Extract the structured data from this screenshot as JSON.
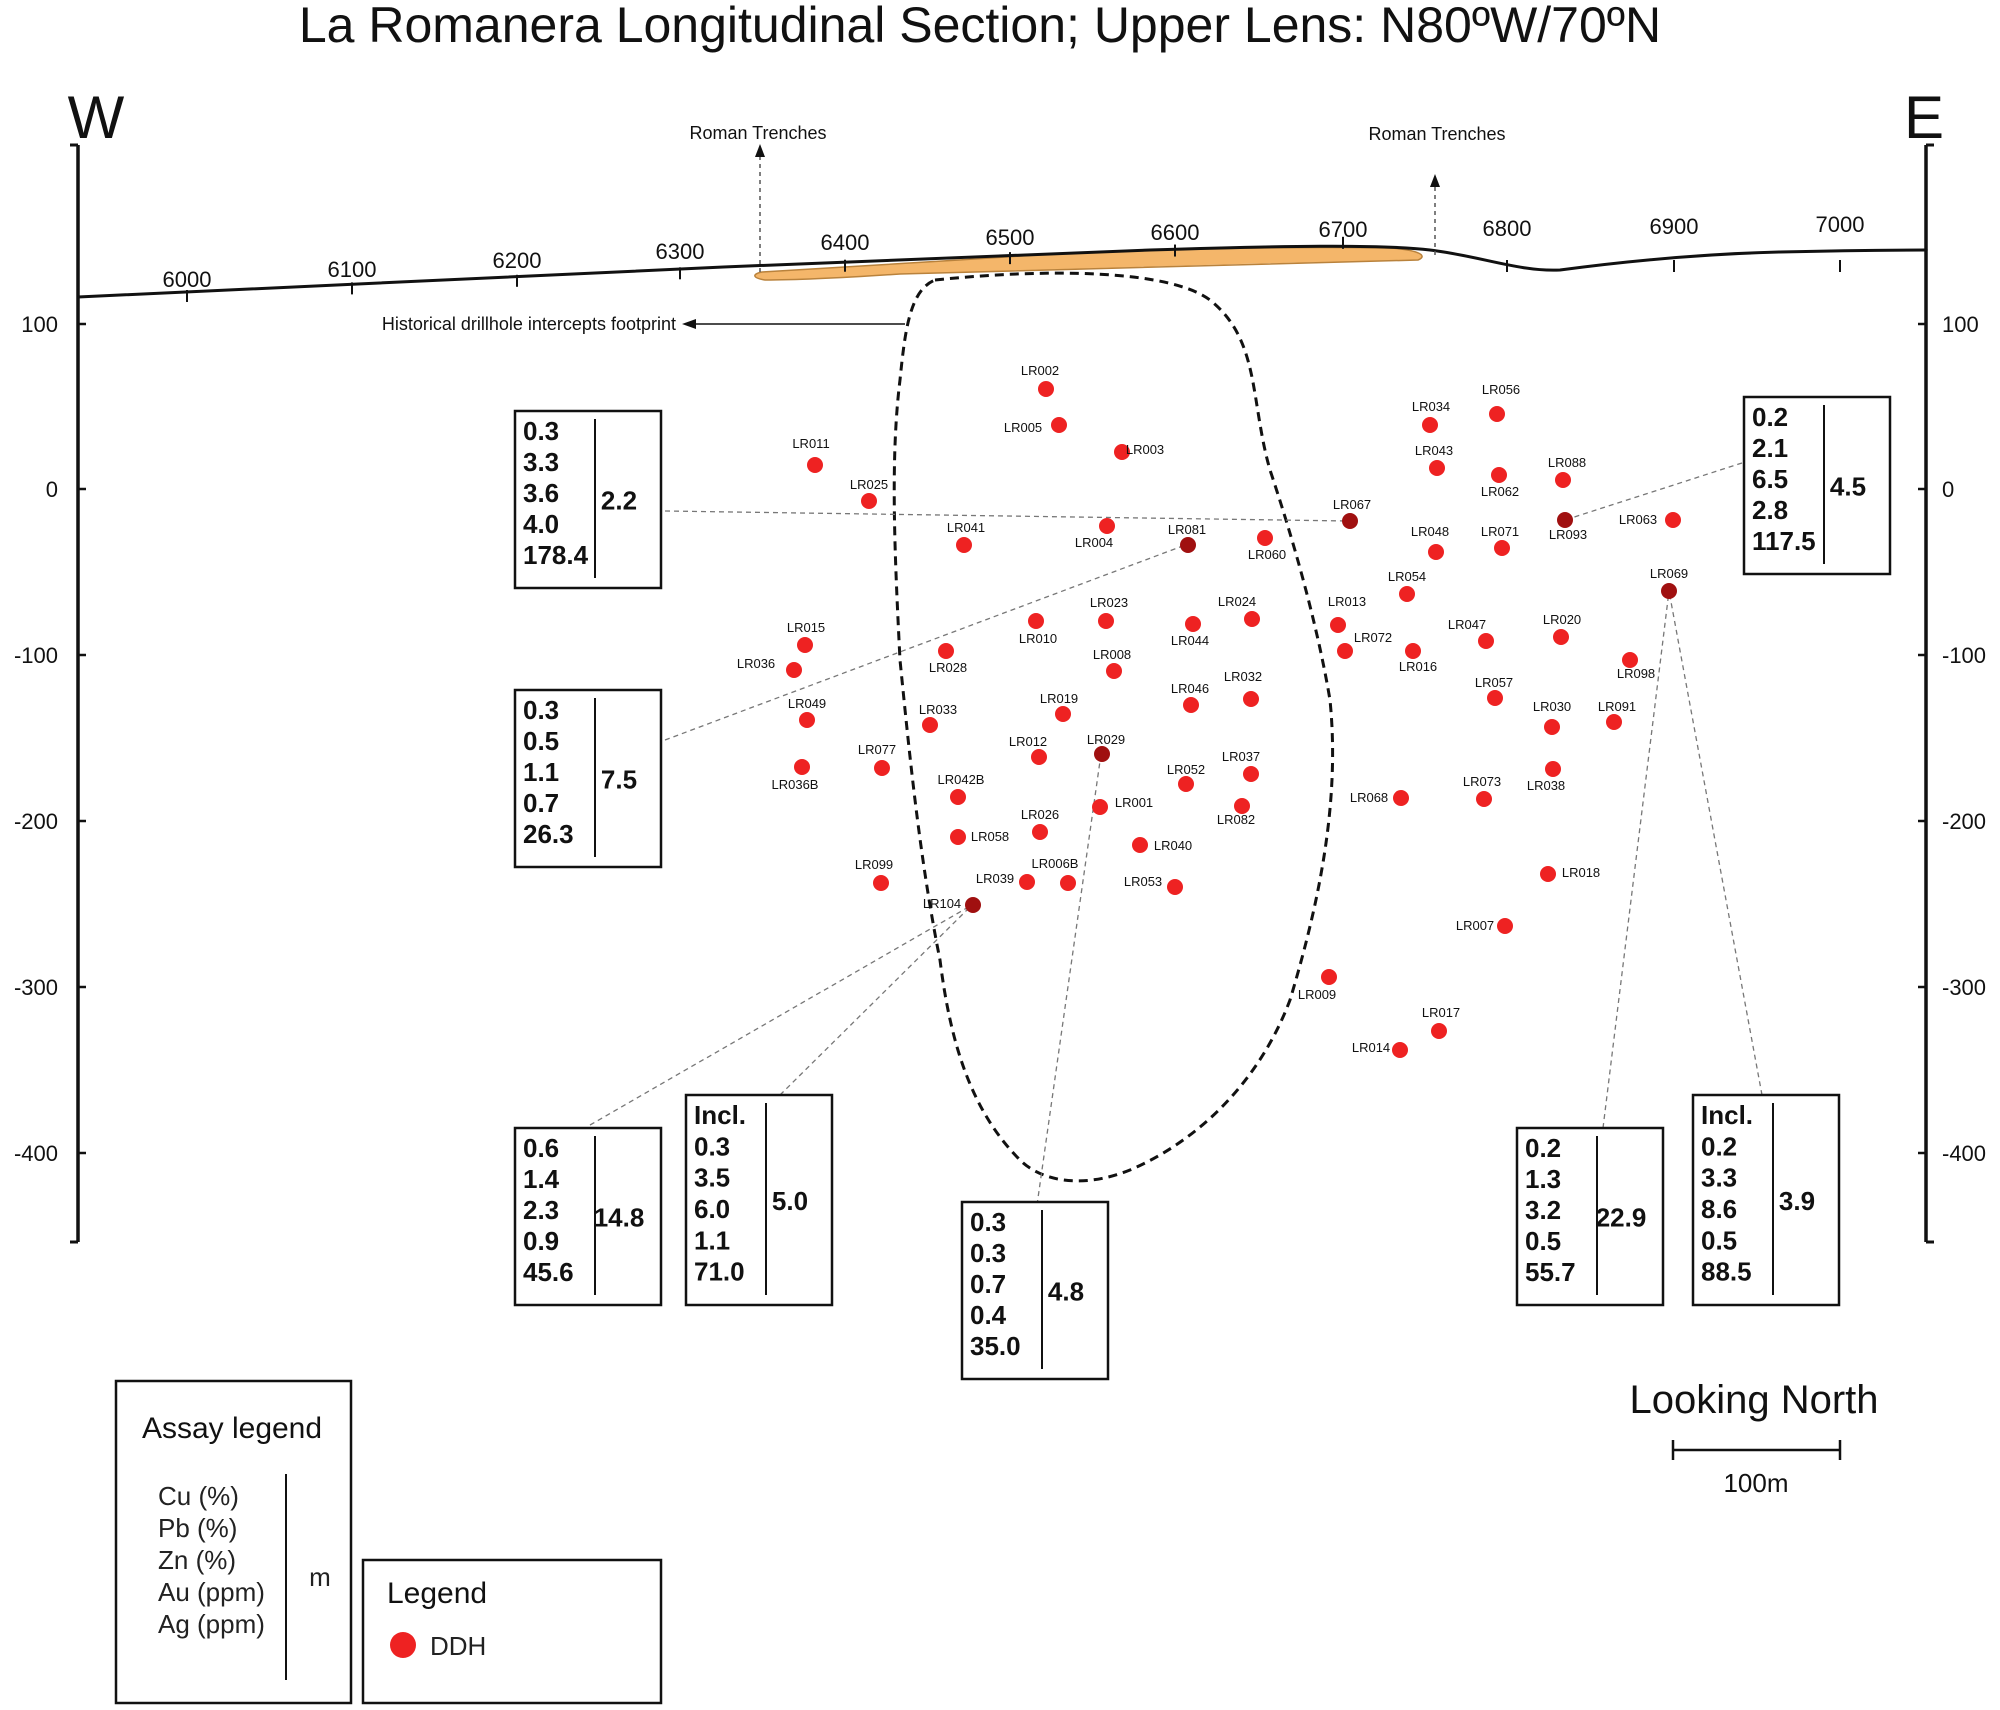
{
  "title": "La Romanera Longitudinal Section; Upper Lens: N80ºW/70ºN",
  "compass": {
    "west": "W",
    "east": "E"
  },
  "elevation_ticks": [
    "100",
    "0",
    "-100",
    "-200",
    "-300",
    "-400"
  ],
  "easting_ticks": [
    "6000",
    "6100",
    "6200",
    "6300",
    "6400",
    "6500",
    "6600",
    "6700",
    "6800",
    "6900",
    "7000"
  ],
  "annotations": {
    "roman_trenches_left": "Roman Trenches",
    "roman_trenches_right": "Roman Trenches",
    "historical_footprint": "Historical drillhole intercepts footprint"
  },
  "drillholes": [
    {
      "id": "LR002"
    },
    {
      "id": "LR005"
    },
    {
      "id": "LR003"
    },
    {
      "id": "LR011"
    },
    {
      "id": "LR025"
    },
    {
      "id": "LR041"
    },
    {
      "id": "LR004"
    },
    {
      "id": "LR081",
      "highlight": true
    },
    {
      "id": "LR060"
    },
    {
      "id": "LR067",
      "highlight": true
    },
    {
      "id": "LR034"
    },
    {
      "id": "LR056"
    },
    {
      "id": "LR043"
    },
    {
      "id": "LR062"
    },
    {
      "id": "LR088"
    },
    {
      "id": "LR093",
      "highlight": true
    },
    {
      "id": "LR063"
    },
    {
      "id": "LR048"
    },
    {
      "id": "LR071"
    },
    {
      "id": "LR054"
    },
    {
      "id": "LR069",
      "highlight": true
    },
    {
      "id": "LR015"
    },
    {
      "id": "LR036"
    },
    {
      "id": "LR010"
    },
    {
      "id": "LR023"
    },
    {
      "id": "LR044"
    },
    {
      "id": "LR024"
    },
    {
      "id": "LR013"
    },
    {
      "id": "LR072"
    },
    {
      "id": "LR016"
    },
    {
      "id": "LR047"
    },
    {
      "id": "LR020"
    },
    {
      "id": "LR098"
    },
    {
      "id": "LR028"
    },
    {
      "id": "LR008"
    },
    {
      "id": "LR046"
    },
    {
      "id": "LR032"
    },
    {
      "id": "LR057"
    },
    {
      "id": "LR049"
    },
    {
      "id": "LR033"
    },
    {
      "id": "LR019"
    },
    {
      "id": "LR030"
    },
    {
      "id": "LR091"
    },
    {
      "id": "LR036B"
    },
    {
      "id": "LR077"
    },
    {
      "id": "LR012"
    },
    {
      "id": "LR029",
      "highlight": true
    },
    {
      "id": "LR052"
    },
    {
      "id": "LR037"
    },
    {
      "id": "LR038"
    },
    {
      "id": "LR073"
    },
    {
      "id": "LR042B"
    },
    {
      "id": "LR001"
    },
    {
      "id": "LR082"
    },
    {
      "id": "LR068"
    },
    {
      "id": "LR026"
    },
    {
      "id": "LR058"
    },
    {
      "id": "LR040"
    },
    {
      "id": "LR099"
    },
    {
      "id": "LR039"
    },
    {
      "id": "LR006B"
    },
    {
      "id": "LR053"
    },
    {
      "id": "LR018"
    },
    {
      "id": "LR104",
      "highlight": true
    },
    {
      "id": "LR007"
    },
    {
      "id": "LR009"
    },
    {
      "id": "LR017"
    },
    {
      "id": "LR014"
    }
  ],
  "assay_boxes": [
    {
      "values": [
        "0.3",
        "3.3",
        "3.6",
        "4.0",
        "178.4"
      ],
      "length": "2.2"
    },
    {
      "values": [
        "0.3",
        "0.5",
        "1.1",
        "0.7",
        "26.3"
      ],
      "length": "7.5"
    },
    {
      "values": [
        "0.2",
        "2.1",
        "6.5",
        "2.8",
        "117.5"
      ],
      "length": "4.5"
    },
    {
      "values": [
        "0.6",
        "1.4",
        "2.3",
        "0.9",
        "45.6"
      ],
      "length": "14.8"
    },
    {
      "values": [
        "Incl.",
        "0.3",
        "3.5",
        "6.0",
        "1.1",
        "71.0"
      ],
      "length": "5.0"
    },
    {
      "values": [
        "0.3",
        "0.3",
        "0.7",
        "0.4",
        "35.0"
      ],
      "length": "4.8"
    },
    {
      "values": [
        "0.2",
        "1.3",
        "3.2",
        "0.5",
        "55.7"
      ],
      "length": "22.9"
    },
    {
      "values": [
        "Incl.",
        "0.2",
        "3.3",
        "8.6",
        "0.5",
        "88.5"
      ],
      "length": "3.9"
    }
  ],
  "assay_legend": {
    "title": "Assay legend",
    "items": [
      "Cu (%)",
      "Pb (%)",
      "Zn (%)",
      "Au (ppm)",
      "Ag (ppm)"
    ],
    "length_unit": "m"
  },
  "legend": {
    "title": "Legend",
    "item": "DDH"
  },
  "looking": "Looking North",
  "scale_bar": "100m",
  "colors": {
    "ddh": "#ee2222",
    "ddh_highlight": "#a01010",
    "trench": "#f4b66a",
    "line": "#111111"
  }
}
